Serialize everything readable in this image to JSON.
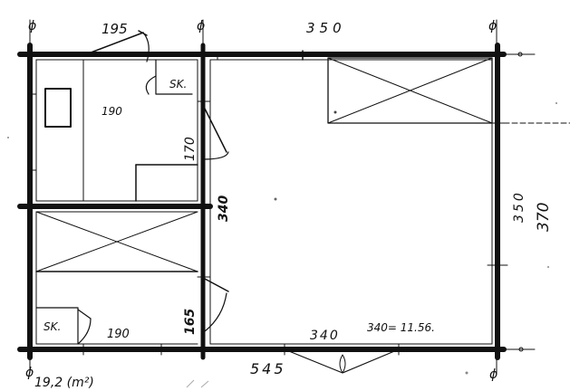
{
  "labels": {
    "top_left_dim": "195",
    "top_dim": "350",
    "room_a": "190",
    "sk_top": "SK.",
    "door_v1": "170",
    "mid_v": "340",
    "right_v": "350",
    "right_v2": "370",
    "door_v2": "165",
    "sk_bottom": "SK.",
    "room_b": "190",
    "bottom_mid": "340",
    "bottom_note": "340= 11.56.",
    "bottom_dim": "545",
    "area_note": "19,2 (m²)",
    "grid_symbol": "ɸ"
  }
}
